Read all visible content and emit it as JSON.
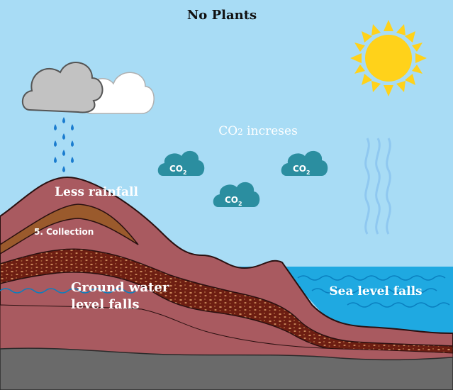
{
  "title": "No Plants",
  "labels": {
    "co2_increases_main": "CO",
    "co2_increases_sub": "2",
    "co2_increases_rest": " increses",
    "less_rainfall": "Less rainfall",
    "collection": "5. Collection",
    "ground_water_line1": "Ground water",
    "ground_water_line2": "level falls",
    "sea_level": "Sea level falls"
  },
  "co2_badge": {
    "main": "CO",
    "sub": "2"
  },
  "colors": {
    "sky": "#a8dcf5",
    "water": "#1fa9e1",
    "soil_outer": "#a95a60",
    "soil_dark": "#6d1e12",
    "soil_band": "#9a5a2c",
    "bedrock": "#6a6a6a",
    "sun": "#ffd21a",
    "co2_cloud": "#2b8ea0",
    "rain": "#1a7ccf",
    "heat_wave": "#8fc8f0"
  }
}
